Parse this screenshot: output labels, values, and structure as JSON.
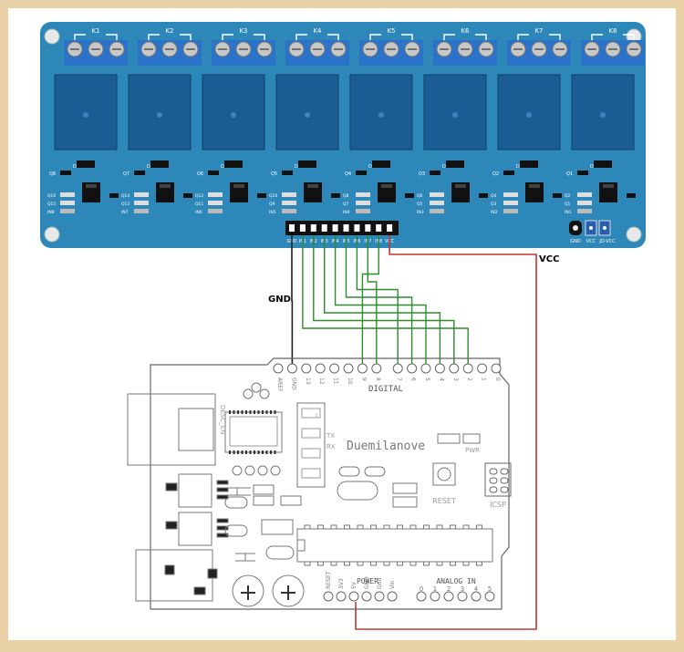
{
  "relay_board": {
    "relays": [
      "K1",
      "K2",
      "K3",
      "K4",
      "K5",
      "K6",
      "K7",
      "K8"
    ],
    "diodes": [
      "D8",
      "D7",
      "D6",
      "D5",
      "D4",
      "D3",
      "D2",
      "D1"
    ],
    "transistors": [
      "Q8",
      "Q7",
      "Q6",
      "Q5",
      "Q4",
      "Q3",
      "Q2",
      "Q1"
    ],
    "resistor_groups": [
      [
        "Q16",
        "Q15",
        "IN8"
      ],
      [
        "Q14",
        "Q13",
        "IN7"
      ],
      [
        "Q12",
        "Q11",
        "IN6"
      ],
      [
        "Q10",
        "Q9",
        "IN5"
      ],
      [
        "Q8",
        "Q7",
        "IN4"
      ],
      [
        "Q6",
        "Q5",
        "IN3"
      ],
      [
        "Q4",
        "Q3",
        "IN2"
      ],
      [
        "Q2",
        "Q1",
        "IN1"
      ]
    ],
    "header_pins": [
      "GND",
      "IN1",
      "IN2",
      "IN3",
      "IN4",
      "IN5",
      "IN6",
      "IN7",
      "IN8",
      "VCC"
    ],
    "jumper_labels": [
      "GND",
      "VCC",
      "JD-VCC"
    ],
    "colors": {
      "board": "#2d87b8",
      "board_dark": "#1f6f9d",
      "relay": "#1a5d94",
      "wire_signal": "#2e8b2e",
      "wire_power": "#c0392b"
    }
  },
  "wiring": {
    "gnd_label": "GND",
    "vcc_label": "VCC"
  },
  "arduino": {
    "name": "Duemilanove",
    "digital_label": "DIGITAL",
    "digital_pins": [
      "AREF",
      "GND",
      "13",
      "12",
      "11",
      "10",
      "9",
      "8",
      "7",
      "6",
      "5",
      "4",
      "3",
      "2",
      "1",
      "0"
    ],
    "tx_label": "TX",
    "rx_label": "RX",
    "reset_label": "RESET",
    "icsp_label": "ICSP",
    "pwr_label": "PWR",
    "power_label": "POWER",
    "power_pins": [
      "RESET",
      "3V3",
      "5V",
      "GND",
      "Gnd",
      "Vin"
    ],
    "analog_label": "ANALOG IN",
    "analog_pins": [
      "0",
      "1",
      "2",
      "3",
      "4",
      "5"
    ],
    "side_label": "DESC_EN",
    "l_label": "L"
  }
}
